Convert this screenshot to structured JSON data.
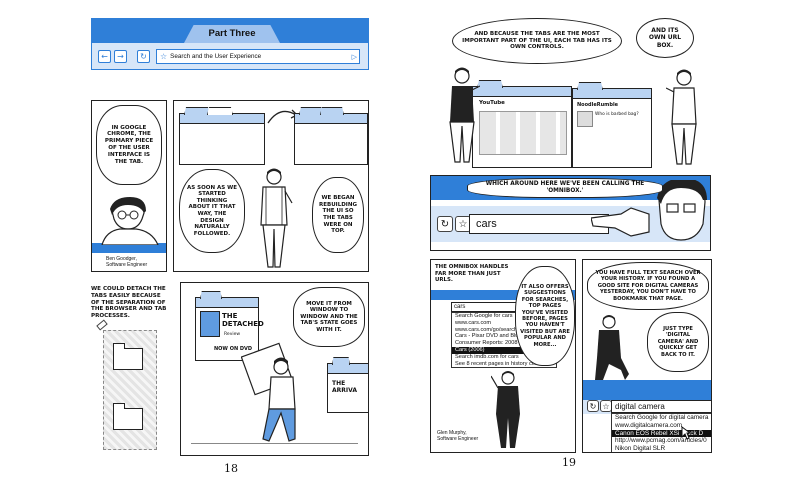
{
  "header": {
    "title": "Part Three",
    "address_text": "Search and the User Experience"
  },
  "left_page": {
    "p1_bubble": "In Google Chrome, the primary piece of the user interface is the tab.",
    "p1_credit_name": "Ben Goodger,",
    "p1_credit_role": "Software Engineer",
    "p2_bubble_a": "As soon as we started thinking about it that way, the design naturally followed.",
    "p2_bubble_b": "We began rebuilding the UI so the tabs were on top.",
    "p3_caption": "We could detach the tabs easily because of the separation of the browser and tab processes.",
    "p4_bubble": "Move it from window to window and the tab's state goes with it.",
    "poster_title": "The Detached",
    "poster_sub": "Now on DVD",
    "poster_review": "Review",
    "poster2_title": "The Arriva",
    "page_number": "18"
  },
  "right_page": {
    "p1_bubble_a": "And because the tabs are the most important part of the UI, each tab has its own controls.",
    "p1_bubble_b": "And its own URL box.",
    "mini_site_a": "YouTube",
    "mini_site_b": "NoodleRumble",
    "mini_site_b_text": "Who is barbed bag?",
    "p2_bubble": "Which around here we've been calling the 'omnibox.'",
    "p2_query": "cars",
    "p3_caption": "The omnibox handles far more than just URLs.",
    "p3_bubble": "It also offers suggestions for searches, top pages you've visited before, pages you haven't visited but are popular and more...",
    "p3_query": "cars",
    "p3_dropdown": [
      "Search Google for cars",
      "www.cars.com",
      "www.cars.com/go/search/n...",
      "Cars - Pixar DVD and Blu-...",
      "Consumer Reports: 2008 Ca...",
      "Cars (2006)",
      "Search imdb.com for cars",
      "See 8 recent pages in history contain..."
    ],
    "p3_credit_name": "Glen Murphy,",
    "p3_credit_role": "Software Engineer",
    "p4_bubble_a": "You have full text search over your history. If you found a good site for digital cameras yesterday, you don't have to bookmark that page.",
    "p4_bubble_b": "Just type 'digital camera' and quickly get back to it.",
    "p4_query": "digital camera",
    "p4_dropdown": [
      "Search Google for digital camera",
      "www.digitalcamera.com",
      "Canon EOS Rebel XSi Black D",
      "http://www.pcmag.com/articles/0",
      "Nikon Digital SLR"
    ],
    "page_number": "19"
  },
  "colors": {
    "accent": "#2f7fd8",
    "tab_fill": "#b9d3f2"
  }
}
